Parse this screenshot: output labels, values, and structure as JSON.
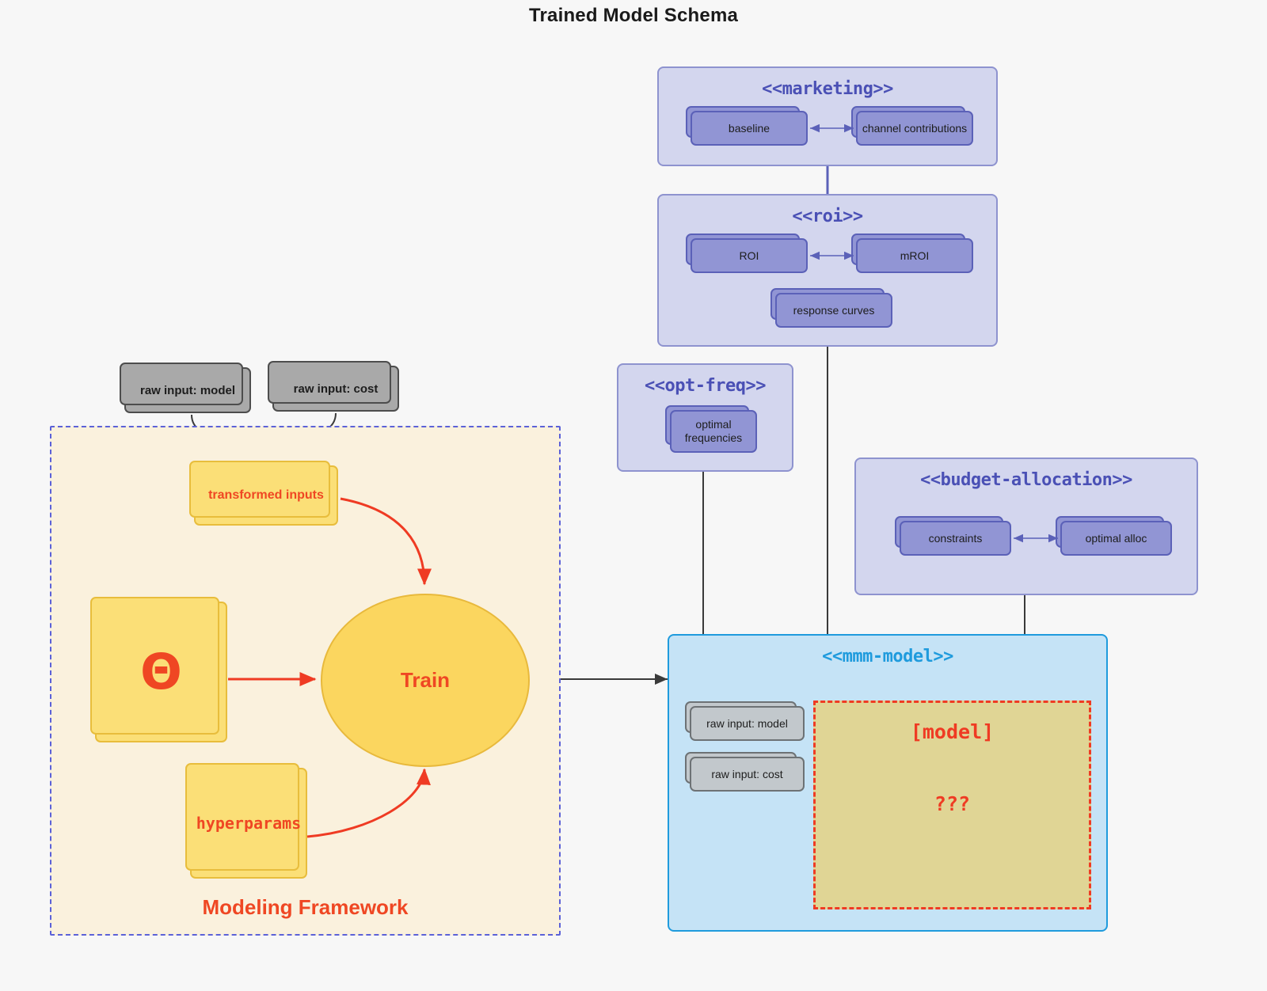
{
  "title": "Trained Model Schema",
  "colors": {
    "background": "#f7f7f7",
    "package_fill": "#d3d6ee",
    "package_stroke": "#8e93cf",
    "package_title": "#4a50b5",
    "card_fill": "#9195d4",
    "card_stroke": "#5b61b8",
    "mmm_fill": "#c5e3f6",
    "mmm_stroke": "#1f9bdd",
    "framework_fill": "#faf1dd",
    "framework_stroke": "#5b61d8",
    "yellow_fill": "#fbdf77",
    "yellow_stroke": "#e8bd3c",
    "ellipse_fill": "#fbd65f",
    "accent_red": "#ef4723",
    "model_fill": "#e0d595",
    "gray_card_fill": "#a9a9a9",
    "gray_light_fill": "#c2c8cc"
  },
  "packages": {
    "marketing": {
      "title": "<<marketing>>",
      "cards": [
        {
          "label": "baseline"
        },
        {
          "label": "channel contributions"
        }
      ]
    },
    "roi": {
      "title": "<<roi>>",
      "cards": [
        {
          "label": "ROI"
        },
        {
          "label": "mROI"
        },
        {
          "label": "response curves"
        }
      ]
    },
    "opt_freq": {
      "title": "<<opt-freq>>",
      "cards": [
        {
          "label_line1": "optimal",
          "label_line2": "frequencies"
        }
      ]
    },
    "budget_allocation": {
      "title": "<<budget-allocation>>",
      "cards": [
        {
          "label": "constraints"
        },
        {
          "label": "optimal alloc"
        }
      ]
    },
    "mmm_model": {
      "title": "<<mmm-model>>",
      "cards": [
        {
          "label": "raw input: model"
        },
        {
          "label": "raw input: cost"
        }
      ],
      "model_box": {
        "label": "[model]",
        "unknown": "???"
      }
    }
  },
  "framework": {
    "label": "Modeling Framework",
    "raw_inputs": [
      {
        "label": "raw input: model"
      },
      {
        "label": "raw input: cost"
      }
    ],
    "transformed_inputs": {
      "label": "transformed inputs"
    },
    "theta": {
      "label": "Θ"
    },
    "hyperparams": {
      "label": "hyperparams"
    },
    "train": {
      "label": "Train"
    }
  }
}
